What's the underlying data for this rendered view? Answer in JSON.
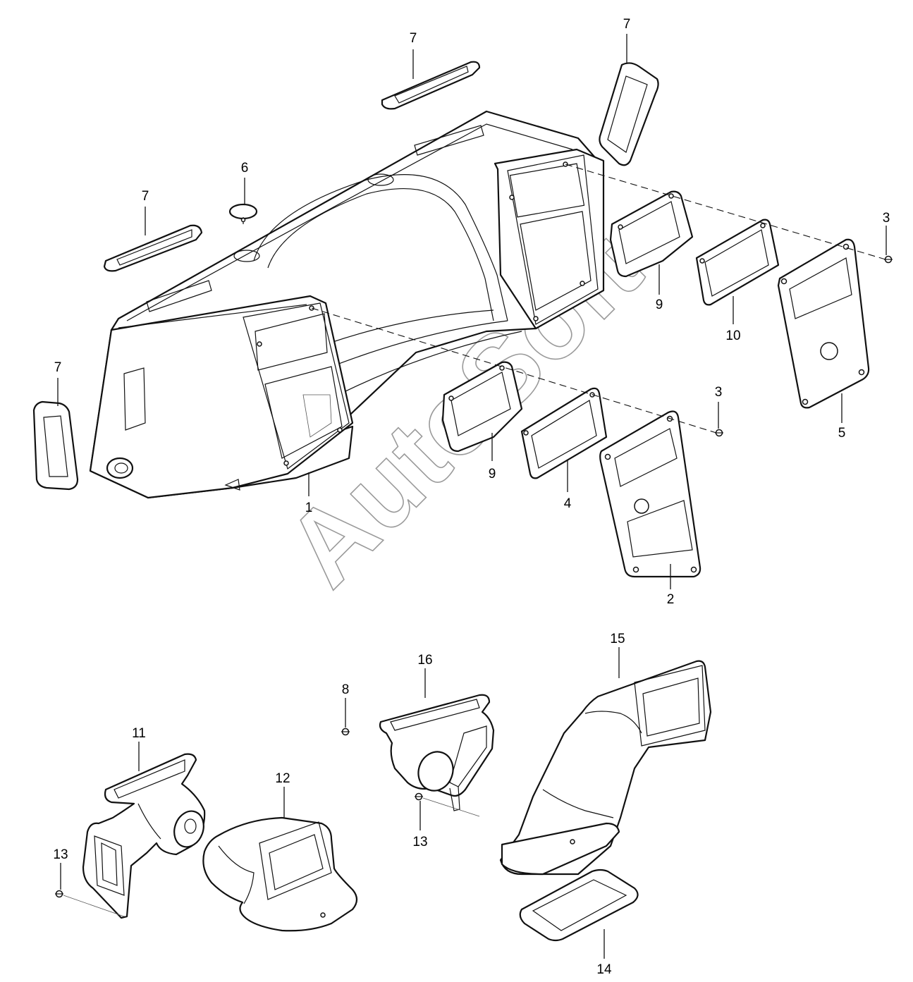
{
  "diagram": {
    "watermark": "AutoSoft",
    "callouts": {
      "c1": "1",
      "c2": "2",
      "c3a": "3",
      "c3b": "3",
      "c4": "4",
      "c5": "5",
      "c6": "6",
      "c7a": "7",
      "c7b": "7",
      "c7c": "7",
      "c7d": "7",
      "c8": "8",
      "c9a": "9",
      "c9b": "9",
      "c10": "10",
      "c11": "11",
      "c12": "12",
      "c13a": "13",
      "c13b": "13",
      "c14": "14",
      "c15": "15",
      "c16": "16"
    }
  }
}
